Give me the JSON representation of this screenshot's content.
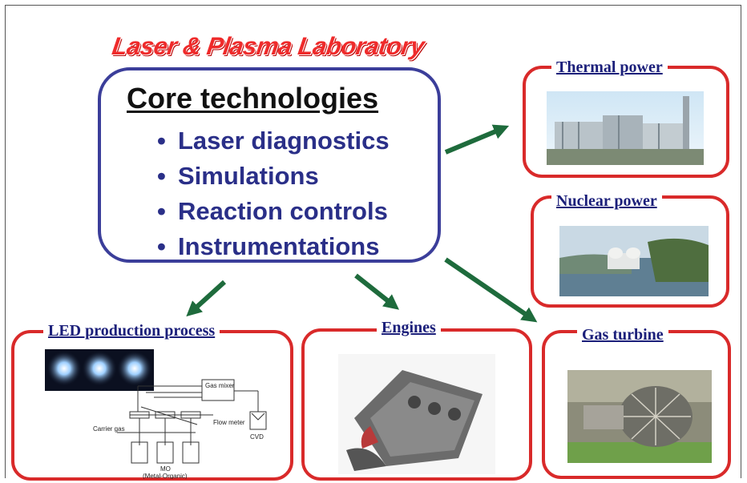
{
  "lab_title": "Laser & Plasma Laboratory",
  "core": {
    "title": "Core technologies",
    "items": [
      "Laser diagnostics",
      "Simulations",
      "Reaction controls",
      "Instrumentations"
    ]
  },
  "boxes": {
    "thermal": "Thermal power",
    "nuclear": "Nuclear power",
    "gas_turbine": "Gas turbine",
    "engines": "Engines",
    "led": "LED production process"
  },
  "led_diagram": {
    "gas_mixer": "Gas mixer",
    "carrier_gas": "Carrier gas",
    "flow_meter": "Flow meter",
    "cvd": "CVD",
    "mo": "MO",
    "mo_full": "(Metal-Organic)"
  },
  "colors": {
    "frame_red": "#d92a2a",
    "core_blue": "#3b3e9a",
    "arrow_green": "#1e6b3c"
  }
}
